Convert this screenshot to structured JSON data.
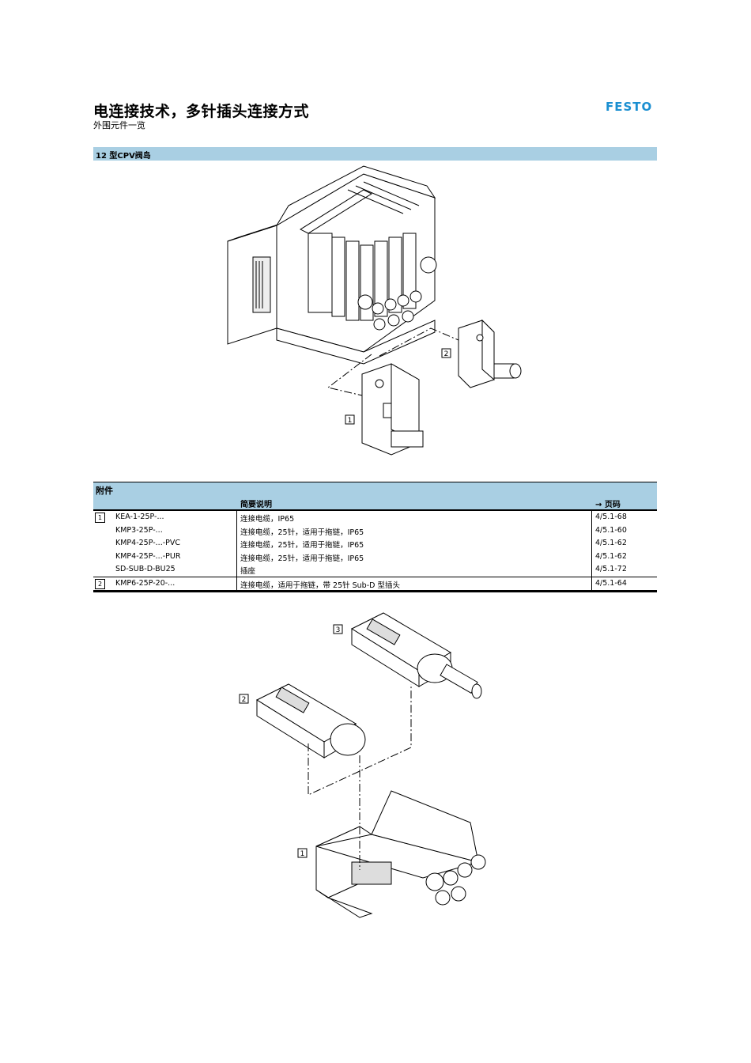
{
  "header": {
    "title": "电连接技术，多针插头连接方式",
    "subtitle": "外围元件一览",
    "brand": "FESTO"
  },
  "section": {
    "label": "12 型CPV阀岛"
  },
  "figure1": {
    "callouts": [
      "1",
      "2"
    ]
  },
  "accessories": {
    "title": "附件",
    "columns": {
      "description": "简要说明",
      "page": "→ 页码"
    },
    "rows": [
      {
        "num": "1",
        "type": "KEA-1-25P-...",
        "description": "连接电缆，IP65",
        "page": "4/5.1-68"
      },
      {
        "num": "",
        "type": "KMP3-25P-...",
        "description": "连接电缆，25针，适用于拖链，IP65",
        "page": "4/5.1-60"
      },
      {
        "num": "",
        "type": "KMP4-25P-...-PVC",
        "description": "连接电缆，25针，适用于拖链，IP65",
        "page": "4/5.1-62"
      },
      {
        "num": "",
        "type": "KMP4-25P-...-PUR",
        "description": "连接电缆，25针，适用于拖链，IP65",
        "page": "4/5.1-62"
      },
      {
        "num": "",
        "type": "SD-SUB-D-BU25",
        "description": "插座",
        "page": "4/5.1-72"
      },
      {
        "num": "2",
        "type": "KMP6-25P-20-...",
        "description": "连接电缆，适用于拖链，带 25针 Sub-D 型插头",
        "page": "4/5.1-64"
      }
    ]
  },
  "figure2": {
    "callouts": [
      "3",
      "2",
      "1"
    ]
  },
  "colors": {
    "accent_bar": "#a9cfe3",
    "brand": "#1b8fd1"
  }
}
